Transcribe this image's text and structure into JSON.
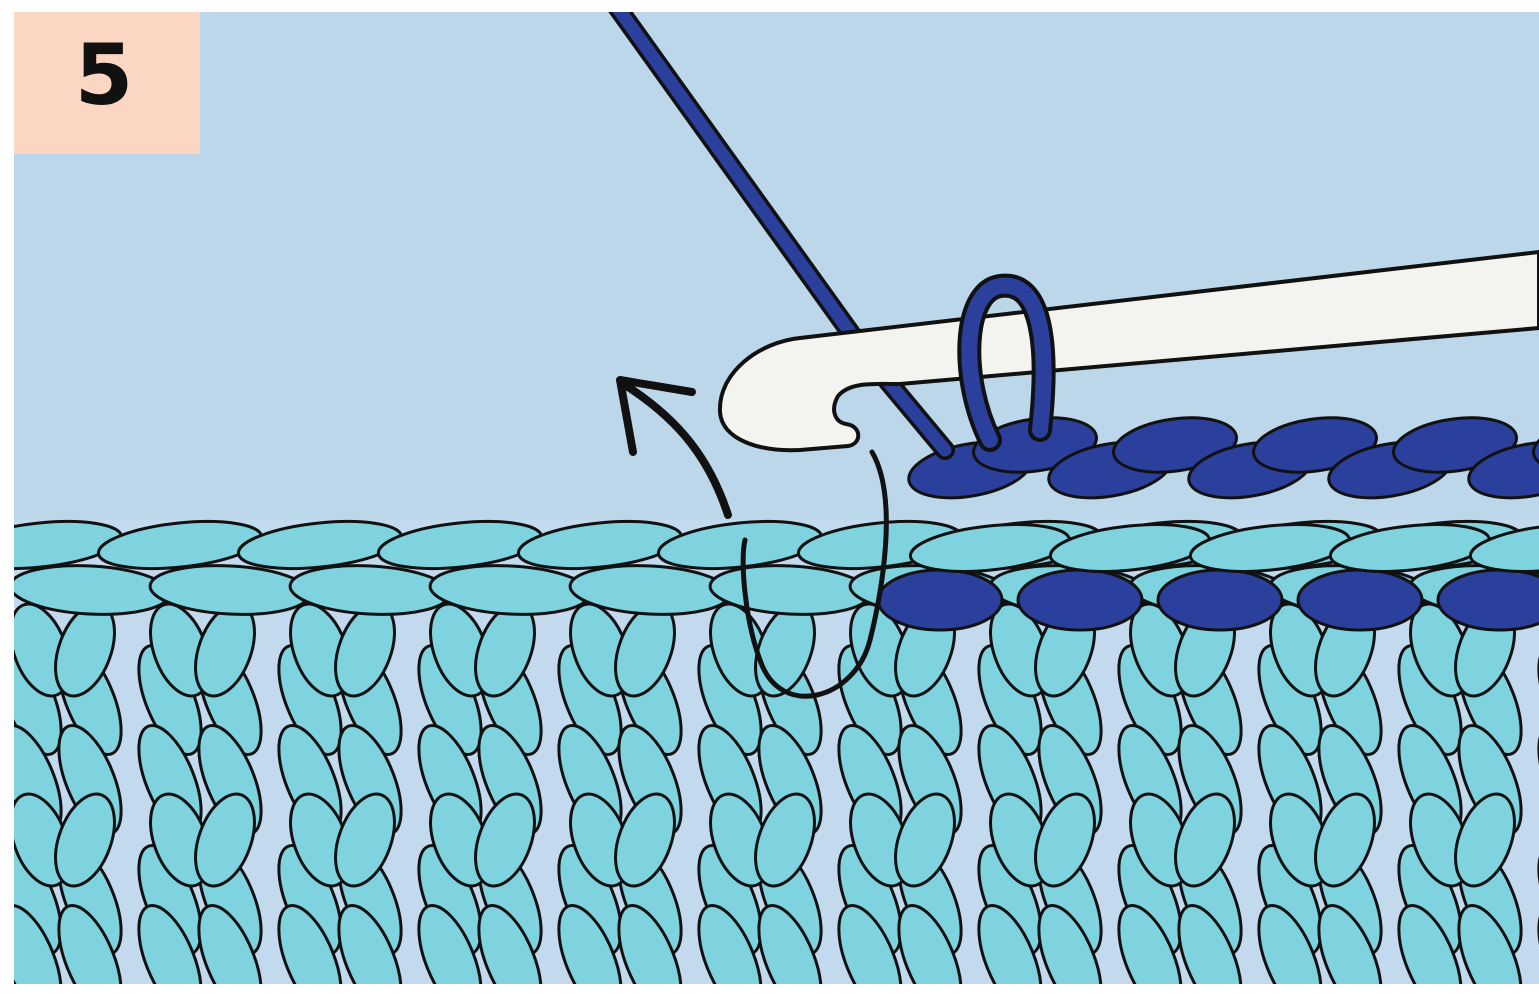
{
  "step": {
    "number": "5"
  },
  "colors": {
    "background": "#bcd6ea",
    "badge": "#fbd6c2",
    "fabric": "#7fd3df",
    "fabric_gaps": "#c3d9ee",
    "new_row_yarn": "#2b3f9c",
    "hook": "#f3f3ef",
    "outline": "#111111",
    "arrow": "#111111",
    "frame": "#ffffff"
  },
  "icons": {
    "hook": "crochet-hook",
    "arrow": "curved-arrow-up-left",
    "path": "yarn-insertion-loop"
  }
}
